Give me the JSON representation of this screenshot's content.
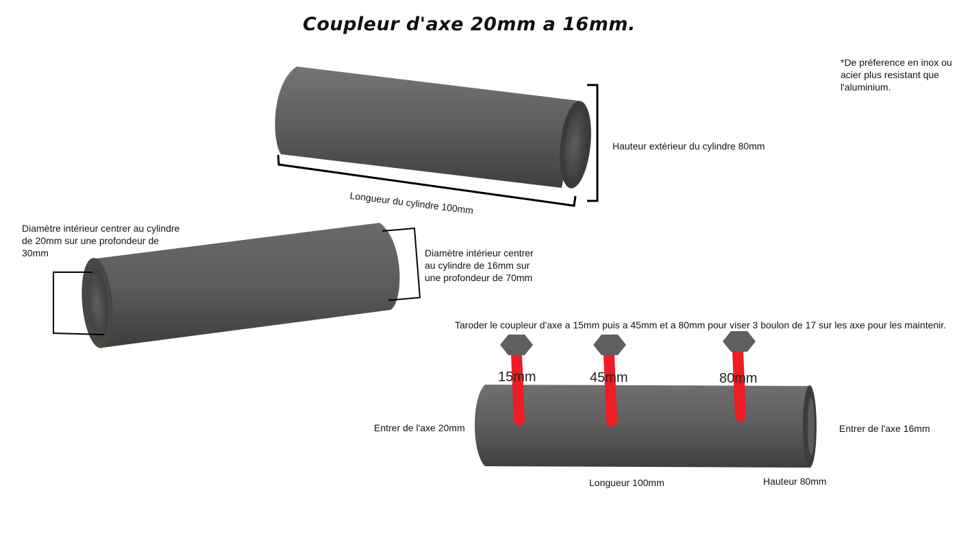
{
  "title": "Coupleur d'axe 20mm a 16mm.",
  "note": "*De préference en inox ou acier plus resistant que l'aluminium.",
  "cylinder_top": {
    "height_label": "Hauteur extérieur du cylindre 80mm",
    "length_label": "Longueur du cylindre 100mm"
  },
  "cylinder_middle": {
    "left_bore_label": "Diamètre intérieur centrer au cylindre de 20mm sur une profondeur de 30mm",
    "right_bore_label": "Diamètre intérieur centrer au cylindre de 16mm sur une profondeur de 70mm"
  },
  "cylinder_bottom": {
    "instruction": "Taroder le coupleur d'axe a 15mm puis a 45mm et a 80mm pour viser 3 boulon de 17 sur les axe pour les maintenir.",
    "bolts": [
      {
        "label": "15mm"
      },
      {
        "label": "45mm"
      },
      {
        "label": "80mm"
      }
    ],
    "left_entry": "Entrer de l'axe 20mm",
    "right_entry": "Entrer de l'axe 16mm",
    "length_label": "Longueur 100mm",
    "height_label": "Hauteur 80mm"
  },
  "colors": {
    "cylinder": "#5a5a5a",
    "bolt_head": "#5f5f5f",
    "bolt_shaft": "#ee1c24",
    "dimension_line": "#000000"
  }
}
